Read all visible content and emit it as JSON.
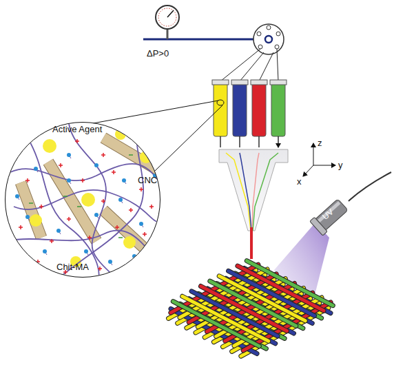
{
  "diagram": {
    "nodes": [
      {
        "text": [
          "Active Agent",
          "CNC",
          "Chit-MA"
        ]
      },
      {
        "text": [
          "UV"
        ]
      }
    ],
    "labels": [
      "ΔP>0",
      "z",
      "y",
      "x"
    ]
  }
}
